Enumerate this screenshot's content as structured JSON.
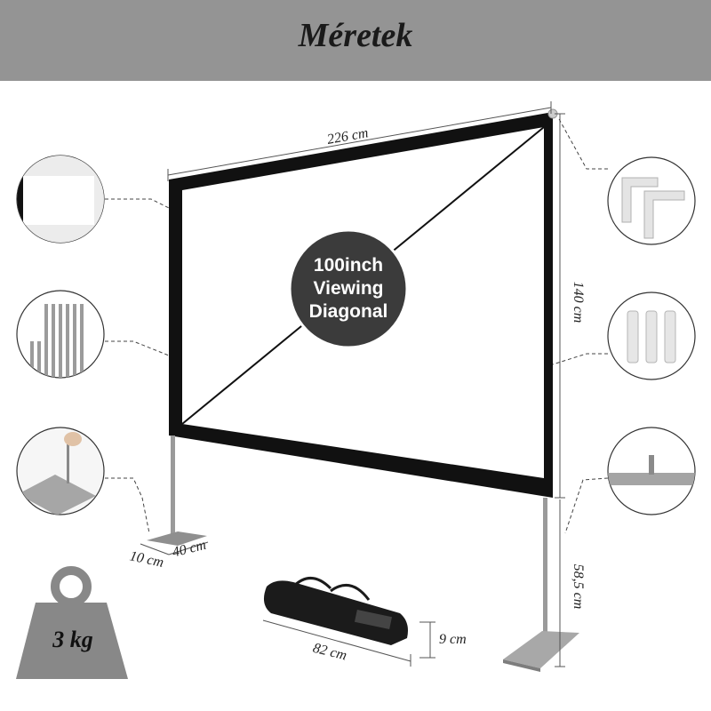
{
  "header": {
    "title": "Méretek"
  },
  "dimensions": {
    "width": "226 cm",
    "height": "140 cm",
    "leg_height": "58,5 cm",
    "base_width": "10 cm",
    "base_length": "40 cm",
    "bag_length": "82 cm",
    "bag_height": "9 cm"
  },
  "badge": {
    "line1": "100inch",
    "line2": "Viewing",
    "line3": "Diagonal"
  },
  "weight": {
    "label": "3 kg"
  },
  "details": {
    "left": [
      "screen-corner-detail",
      "rods-detail",
      "base-pin-detail"
    ],
    "right": [
      "corner-elbow-detail",
      "connector-tubes-detail",
      "base-plate-detail"
    ]
  },
  "colors": {
    "header_bg": "#949494",
    "badge_bg": "#3b3b3b",
    "weight_bg": "#888888"
  }
}
